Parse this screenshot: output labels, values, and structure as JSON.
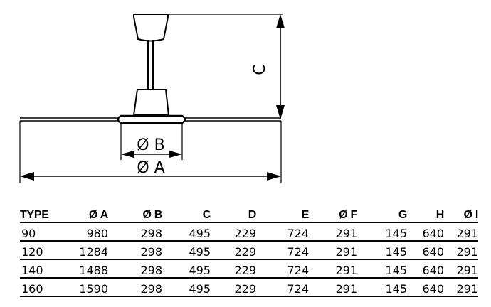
{
  "diagram": {
    "label_c": "C",
    "label_b": "Ø B",
    "label_a": "Ø A"
  },
  "table": {
    "headers": [
      "TYPE",
      "Ø A",
      "Ø B",
      "C",
      "D",
      "E",
      "Ø F",
      "G",
      "H",
      "Ø I"
    ],
    "rows": [
      [
        "90",
        "980",
        "298",
        "495",
        "229",
        "724",
        "291",
        "145",
        "640",
        "291"
      ],
      [
        "120",
        "1284",
        "298",
        "495",
        "229",
        "724",
        "291",
        "145",
        "640",
        "291"
      ],
      [
        "140",
        "1488",
        "298",
        "495",
        "229",
        "724",
        "291",
        "145",
        "640",
        "291"
      ],
      [
        "160",
        "1590",
        "298",
        "495",
        "229",
        "724",
        "291",
        "145",
        "640",
        "291"
      ]
    ]
  }
}
